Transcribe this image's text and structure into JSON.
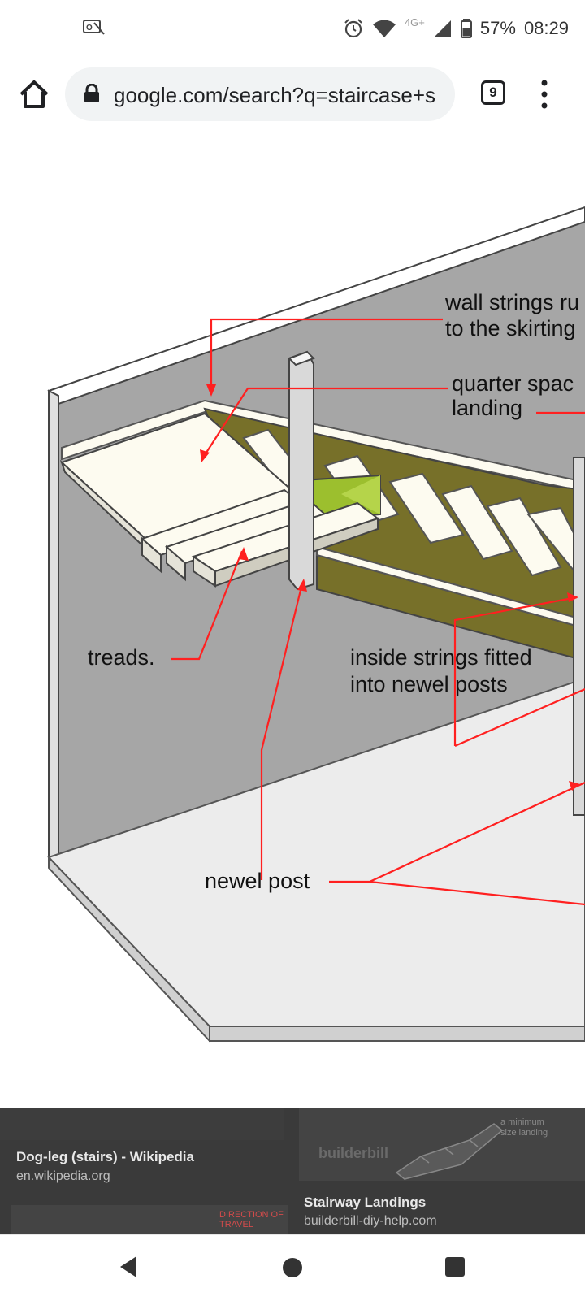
{
  "status_bar": {
    "battery": "57%",
    "time": "08:29",
    "network_label": "4G+",
    "icons": [
      "notification-icon",
      "alarm-icon",
      "wifi-icon",
      "signal-icon",
      "battery-icon"
    ]
  },
  "browser": {
    "url": "google.com/search?q=staircase+s",
    "tab_count": "9",
    "icons": [
      "home-icon",
      "lock-icon",
      "tabs-icon",
      "menu-icon"
    ]
  },
  "diagram": {
    "labels": {
      "wall_strings_line1": "wall strings ru",
      "wall_strings_line2": "to the skirting",
      "quarter_space_line1": "quarter spac",
      "quarter_space_line2": "landing",
      "treads": "treads.",
      "inside_strings_line1": "inside strings fitted",
      "inside_strings_line2": "into newel posts",
      "newel_post": "newel post"
    },
    "colors": {
      "wall": "#a6a6a6",
      "floor": "#ececec",
      "string": "#777029",
      "tread": "#fdfbf0",
      "arrow": "#ff2020"
    }
  },
  "results": {
    "item1": {
      "title": "Dog-leg (stairs) - Wikipedia",
      "source": "en.wikipedia.org"
    },
    "item2": {
      "title": "Stairway Landings",
      "source": "builderbill-diy-help.com"
    },
    "thumb2_watermark": "builderbill",
    "thumb2_note_line1": "a minimum",
    "thumb2_note_line2": "size landing",
    "thumb3_note_line1": "DIRECTION OF",
    "thumb3_note_line2": "TRAVEL"
  },
  "nav_bar": {
    "icons": [
      "back-icon",
      "home-circle-icon",
      "recents-icon"
    ]
  }
}
